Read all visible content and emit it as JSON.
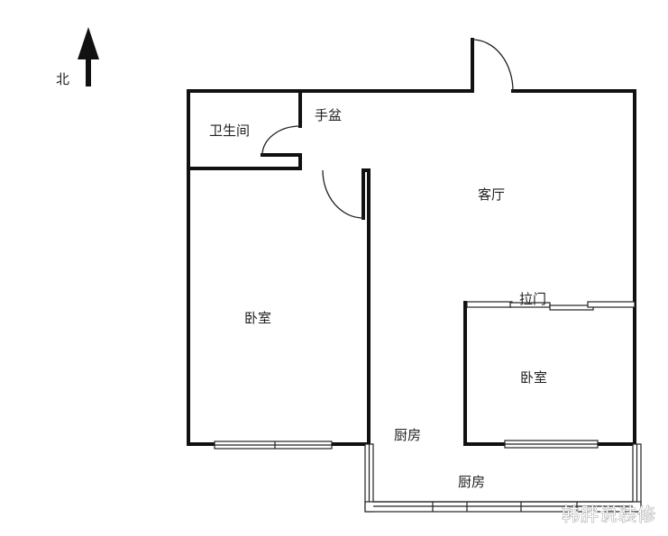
{
  "compass": {
    "label": "北",
    "direction": "north-arrow"
  },
  "rooms": [
    {
      "id": "bathroom",
      "label": "卫生间"
    },
    {
      "id": "washbasin",
      "label": "手盆"
    },
    {
      "id": "living-room",
      "label": "客厅"
    },
    {
      "id": "bedroom-west",
      "label": "卧室"
    },
    {
      "id": "sliding-door",
      "label": "拉门"
    },
    {
      "id": "bedroom-east",
      "label": "卧室"
    },
    {
      "id": "kitchen-inner",
      "label": "厨房"
    },
    {
      "id": "kitchen-balcony",
      "label": "厨房"
    }
  ],
  "watermark": {
    "text": "韩胖说装修"
  },
  "colors": {
    "wall": "#111111",
    "background": "#ffffff",
    "line": "#222222"
  }
}
